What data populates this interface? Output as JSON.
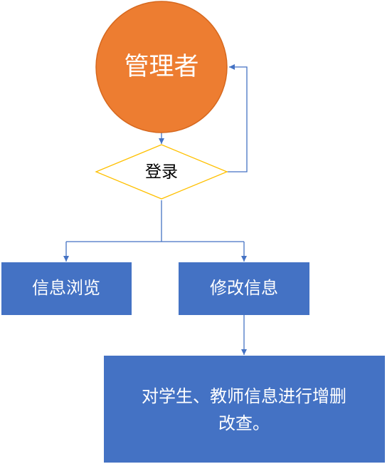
{
  "diagram": {
    "colors": {
      "start_fill": "#ED7D31",
      "start_stroke": "#D6681E",
      "decision_stroke": "#FFC000",
      "decision_fill": "#FFFFFF",
      "process_fill": "#4472C4",
      "connector": "#4472C4",
      "text_light": "#FFFFFF",
      "text_dark": "#000000"
    },
    "nodes": {
      "admin": {
        "label": "管理者",
        "shape": "circle"
      },
      "login": {
        "label": "登录",
        "shape": "diamond"
      },
      "browse": {
        "label": "信息浏览",
        "shape": "rectangle"
      },
      "modify": {
        "label": "修改信息",
        "shape": "rectangle"
      },
      "crud": {
        "label_line1": "对学生、教师信息进行增删",
        "label_line2": "改查。",
        "shape": "rectangle"
      }
    },
    "edges": [
      {
        "from": "admin",
        "to": "login"
      },
      {
        "from": "login",
        "to": "admin"
      },
      {
        "from": "login",
        "to": "browse"
      },
      {
        "from": "login",
        "to": "modify"
      },
      {
        "from": "modify",
        "to": "crud"
      }
    ]
  }
}
